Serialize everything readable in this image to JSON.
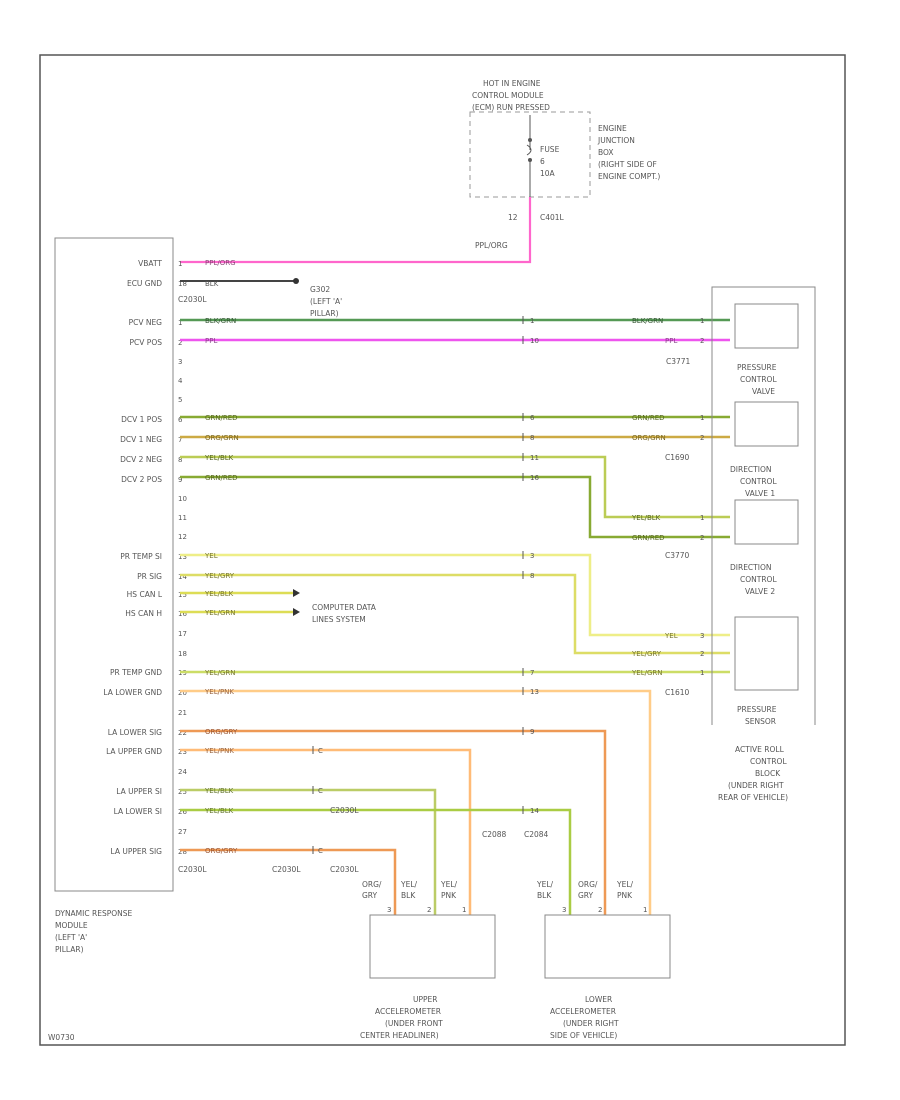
{
  "junction_box": {
    "title": [
      "HOT IN ENGINE",
      "CONTROL MODULE",
      "(ECM) RUN PRESSED"
    ],
    "name": [
      "ENGINE",
      "JUNCTION",
      "BOX",
      "(RIGHT SIDE OF",
      "ENGINE COMPT.)"
    ],
    "fuse": [
      "FUSE",
      "6",
      "10A"
    ],
    "pin": "12",
    "connector": "C401L",
    "wire_out": "PPL/ORG"
  },
  "module": {
    "name": [
      "DYNAMIC RESPONSE",
      "MODULE",
      "(LEFT 'A'",
      "PILLAR)"
    ],
    "connector_bottom": "C2030L",
    "pin_labels": [
      {
        "text": "VBATT",
        "pin": "1"
      },
      {
        "text": "ECU GND",
        "pin": "18"
      },
      {
        "text": "PCV NEG",
        "pin": "1"
      },
      {
        "text": "PCV POS",
        "pin": "2"
      },
      {
        "text": "",
        "pin": "3"
      },
      {
        "text": "",
        "pin": "4"
      },
      {
        "text": "",
        "pin": "5"
      },
      {
        "text": "DCV 1 POS",
        "pin": "6"
      },
      {
        "text": "DCV 1 NEG",
        "pin": "7"
      },
      {
        "text": "DCV 2 NEG",
        "pin": "8"
      },
      {
        "text": "DCV 2 POS",
        "pin": "9"
      },
      {
        "text": "",
        "pin": "10"
      },
      {
        "text": "",
        "pin": "11"
      },
      {
        "text": "",
        "pin": "12"
      },
      {
        "text": "PR TEMP SI",
        "pin": "13"
      },
      {
        "text": "PR SIG",
        "pin": "14"
      },
      {
        "text": "HS CAN L",
        "pin": "15"
      },
      {
        "text": "HS CAN H",
        "pin": "16"
      },
      {
        "text": "",
        "pin": "17"
      },
      {
        "text": "",
        "pin": "18"
      },
      {
        "text": "PR TEMP GND",
        "pin": "19"
      },
      {
        "text": "LA LOWER GND",
        "pin": "20"
      },
      {
        "text": "",
        "pin": "21"
      },
      {
        "text": "LA LOWER SIG",
        "pin": "22"
      },
      {
        "text": "LA UPPER GND",
        "pin": "23"
      },
      {
        "text": "",
        "pin": "24"
      },
      {
        "text": "LA UPPER SI",
        "pin": "25"
      },
      {
        "text": "LA LOWER SI",
        "pin": "26"
      },
      {
        "text": "",
        "pin": "27"
      },
      {
        "text": "LA UPPER SIG",
        "pin": "28"
      }
    ]
  },
  "wires": {
    "vbatt": "PPL/ORG",
    "gnd": "BLK",
    "pcv_neg": "BLK/GRN",
    "pcv_pos": "PPL",
    "dcv1_pos": "GRN/RED",
    "dcv1_neg": "ORG/GRN",
    "dcv2_neg": "YEL/BLK",
    "dcv2_pos": "GRN/RED",
    "pr_temp_si": "YEL",
    "pr_sig": "YEL/GRY",
    "hs_can_l": "YEL/BLK",
    "hs_can_h": "YEL/GRN",
    "pr_temp_gnd": "YEL/GRN",
    "la_lower_gnd": "YEL/PNK",
    "la_lower_sig": "ORG/GRY",
    "la_upper_gnd": "YEL/PNK",
    "la_upper_si": "YEL/BLK",
    "la_lower_si": "YEL/BLK",
    "la_upper_sig": "ORG/GRY"
  },
  "ground": {
    "name": [
      "G302",
      "(LEFT 'A'",
      "PILLAR)"
    ],
    "connector": "C2030L"
  },
  "network": {
    "name": [
      "COMPUTER DATA",
      "LINES SYSTEM"
    ]
  },
  "inline_pins": {
    "pcv_neg": "1",
    "pcv_pos": "10",
    "dcv1_pos": "6",
    "dcv1_neg": "8",
    "dcv2_neg": "11",
    "dcv2_pos": "16",
    "pr_temp": "3",
    "pr_sig": "8",
    "pr_gnd": "7",
    "la_lower_gnd": "13",
    "la_lower_sig": "9",
    "la_lower_si": "14",
    "ua_pnk": "C",
    "ua_blk": "C",
    "ua_gry": "C"
  },
  "block": {
    "name": [
      "ACTIVE ROLL",
      "CONTROL",
      "BLOCK",
      "(UNDER RIGHT",
      "REAR OF VEHICLE)"
    ],
    "pcv": {
      "name": [
        "PRESSURE",
        "CONTROL",
        "VALVE"
      ],
      "connector": "C3771",
      "pins": [
        {
          "pin": "1",
          "wire": "BLK/GRN"
        },
        {
          "pin": "2",
          "wire": "PPL"
        }
      ]
    },
    "dcv1": {
      "name": [
        "DIRECTION",
        "CONTROL",
        "VALVE 1"
      ],
      "connector": "C1690",
      "pins": [
        {
          "pin": "1",
          "wire": "GRN/RED"
        },
        {
          "pin": "2",
          "wire": "ORG/GRN"
        }
      ]
    },
    "dcv2": {
      "name": [
        "DIRECTION",
        "CONTROL",
        "VALVE 2"
      ],
      "connector": "C3770",
      "pins": [
        {
          "pin": "1",
          "wire": "YEL/BLK"
        },
        {
          "pin": "2",
          "wire": "GRN/RED"
        }
      ]
    },
    "ps": {
      "name": [
        "PRESSURE",
        "SENSOR"
      ],
      "connector": "C1610",
      "pins": [
        {
          "pin": "3",
          "wire": "YEL"
        },
        {
          "pin": "2",
          "wire": "YEL/GRY"
        },
        {
          "pin": "1",
          "wire": "YEL/GRN"
        }
      ]
    }
  },
  "connectors": {
    "c2030l_a": "C2030L",
    "c2030l_b": "C2030L",
    "c2030l_c": "C2030L",
    "c2088": "C2088",
    "c2084": "C2084"
  },
  "upper_accel": {
    "name": [
      "UPPER",
      "ACCELEROMETER",
      "(UNDER FRONT",
      "CENTER HEADLINER)"
    ],
    "pins": [
      {
        "wire": [
          "ORG/",
          "GRY"
        ],
        "pin": "3"
      },
      {
        "wire": [
          "YEL/",
          "BLK"
        ],
        "pin": "2"
      },
      {
        "wire": [
          "YEL/",
          "PNK"
        ],
        "pin": "1"
      }
    ]
  },
  "lower_accel": {
    "name": [
      "LOWER",
      "ACCELEROMETER",
      "(UNDER RIGHT",
      "SIDE OF VEHICLE)"
    ],
    "pins": [
      {
        "wire": [
          "YEL/",
          "BLK"
        ],
        "pin": "3"
      },
      {
        "wire": [
          "ORG/",
          "GRY"
        ],
        "pin": "2"
      },
      {
        "wire": [
          "YEL/",
          "PNK"
        ],
        "pin": "1"
      }
    ]
  },
  "footer_code": "W0730"
}
